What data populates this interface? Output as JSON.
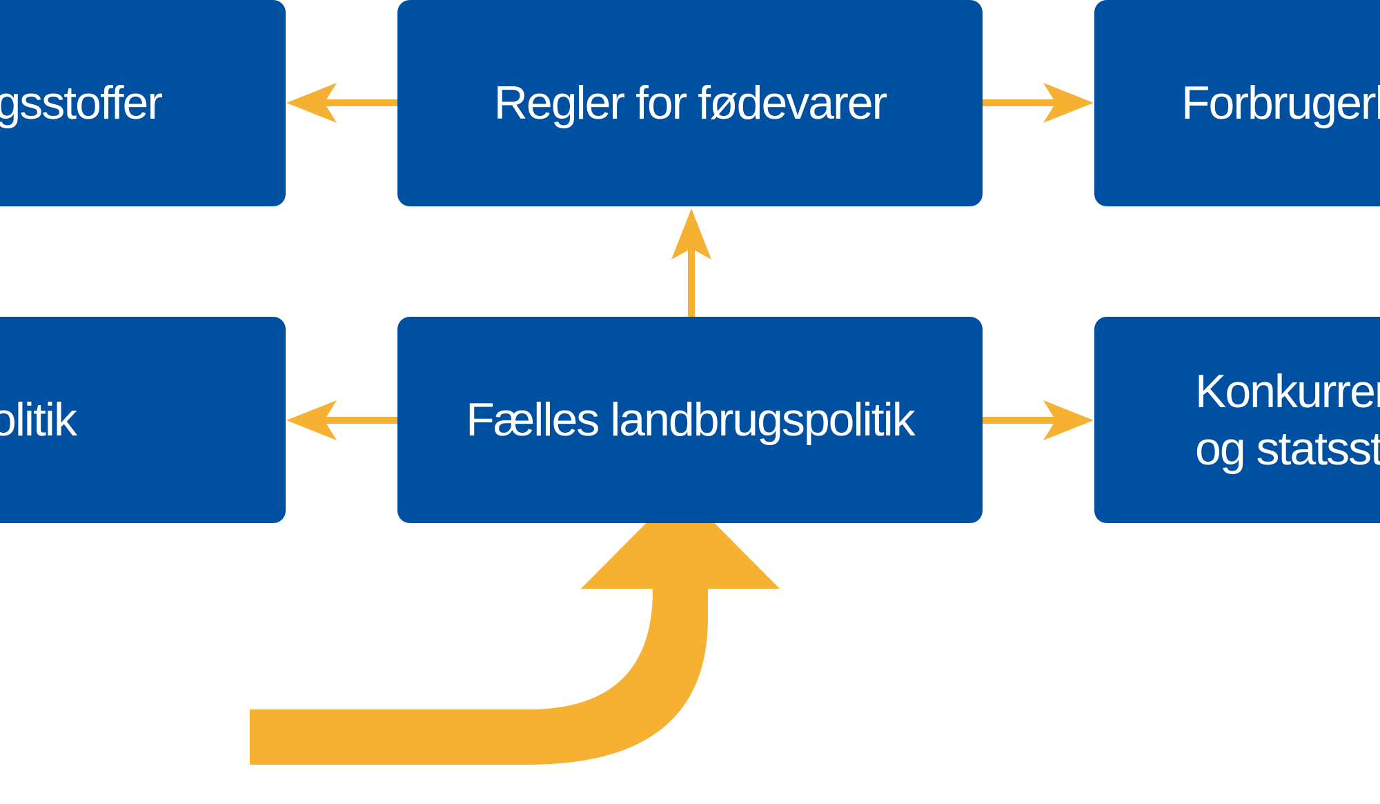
{
  "colors": {
    "box": "#0050a1",
    "text": "#ffffff",
    "arrow": "#f6b133"
  },
  "boxes": {
    "top_left": {
      "label": "gsstoffer"
    },
    "top_center": {
      "label": "Regler for fødevarer"
    },
    "top_right": {
      "label": "Forbrugerb"
    },
    "mid_left": {
      "label": "olitik"
    },
    "mid_center": {
      "label": "Fælles landbrugspolitik"
    },
    "mid_right": {
      "lines": [
        "Konkurren",
        "og statsst"
      ]
    }
  }
}
